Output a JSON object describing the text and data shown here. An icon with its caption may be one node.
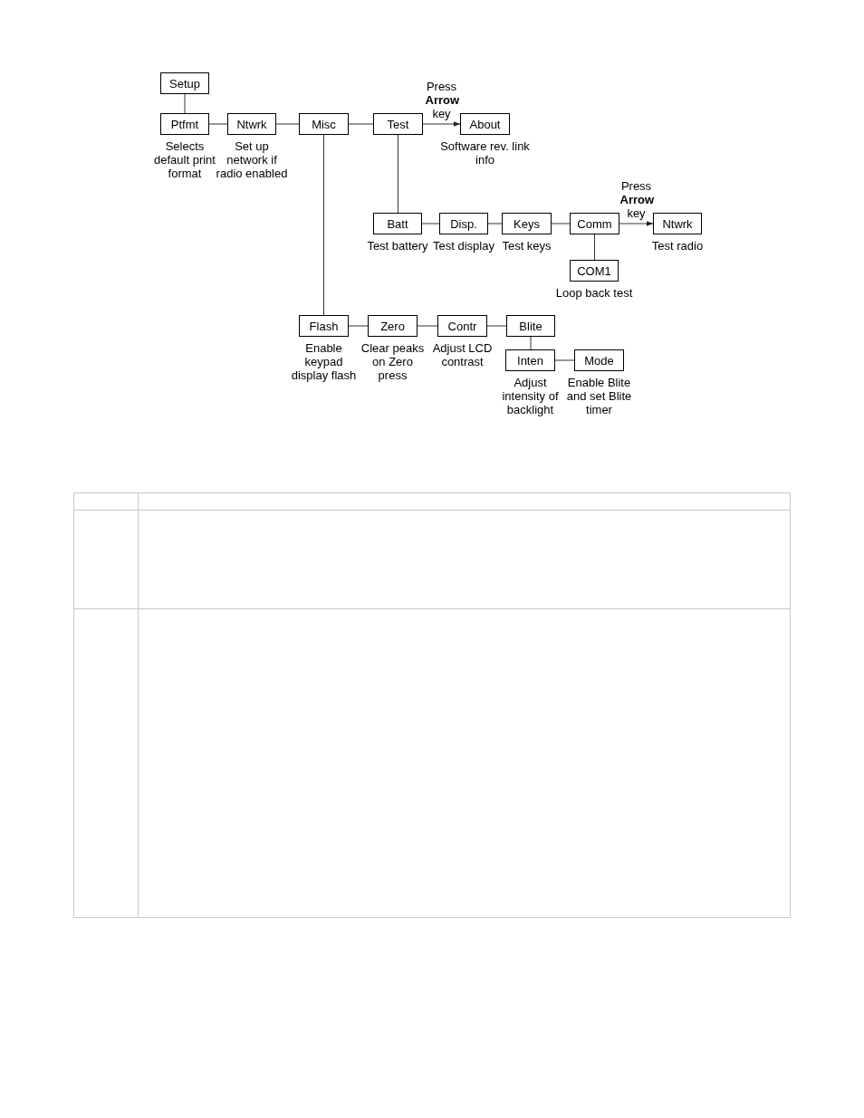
{
  "diagram": {
    "nodes": [
      {
        "text": [
          "Setup"
        ]
      },
      {
        "text": [
          "Ptfmt"
        ],
        "beside": [
          "Selects default print format"
        ]
      },
      {
        "text": [
          "Ntwrk"
        ],
        "beside": [
          "Set up network if radio enabled"
        ]
      },
      {
        "text": [
          "Misc"
        ]
      },
      {
        "text": [
          "Test"
        ]
      },
      {
        "text": [
          "About"
        ],
        "beside": [
          "Software rev. link info"
        ]
      },
      {
        "text": [
          "Batt"
        ],
        "beside": [
          "Test battery"
        ]
      },
      {
        "text": [
          "Disp."
        ],
        "beside": [
          "Test display"
        ]
      },
      {
        "text": [
          "Keys"
        ],
        "beside": [
          "Test keys"
        ]
      },
      {
        "text": [
          "Comm"
        ]
      },
      {
        "text": [
          "Ntwrk"
        ],
        "beside": [
          "Test radio"
        ]
      },
      {
        "text": [
          "COM1"
        ],
        "beside": [
          "Loop back test"
        ]
      },
      {
        "text": [
          "Flash"
        ],
        "beside": [
          "Enable keypad display flash"
        ]
      },
      {
        "text": [
          "Zero"
        ],
        "beside": [
          "Clear peaks on Zero press"
        ]
      },
      {
        "text": [
          "Contr"
        ],
        "beside": [
          "Adjust LCD contrast"
        ]
      },
      {
        "text": [
          "Blite"
        ]
      },
      {
        "text": [
          "Inten"
        ],
        "beside": [
          "Adjust intensity of backlight"
        ]
      },
      {
        "text": [
          "Mode"
        ],
        "beside": [
          "Enable Blite and set Blite timer"
        ]
      }
    ],
    "edges": [
      {
        "from": 0,
        "to": 1,
        "arrow": "none"
      },
      {
        "from": 1,
        "to": 2,
        "arrow": "none"
      },
      {
        "from": 2,
        "to": 3,
        "arrow": "none"
      },
      {
        "from": 3,
        "to": 4,
        "arrow": "none"
      },
      {
        "from": 4,
        "to": 5,
        "arrow": "to",
        "label": "Press **Arrow** key"
      },
      {
        "from": 4,
        "to": 6,
        "arrow": "none"
      },
      {
        "from": 6,
        "to": 7,
        "arrow": "none"
      },
      {
        "from": 7,
        "to": 8,
        "arrow": "none"
      },
      {
        "from": 8,
        "to": 9,
        "arrow": "none"
      },
      {
        "from": 9,
        "to": 10,
        "arrow": "to",
        "label": "Press **Arrow** key"
      },
      {
        "from": 9,
        "to": 11,
        "arrow": "none"
      },
      {
        "from": 3,
        "to": 12,
        "arrow": "none"
      },
      {
        "from": 12,
        "to": 13,
        "arrow": "none"
      },
      {
        "from": 13,
        "to": 14,
        "arrow": "none"
      },
      {
        "from": 14,
        "to": 15,
        "arrow": "none"
      },
      {
        "from": 15,
        "to": 16,
        "arrow": "none"
      },
      {
        "from": 16,
        "to": 17,
        "arrow": "none"
      }
    ]
  }
}
